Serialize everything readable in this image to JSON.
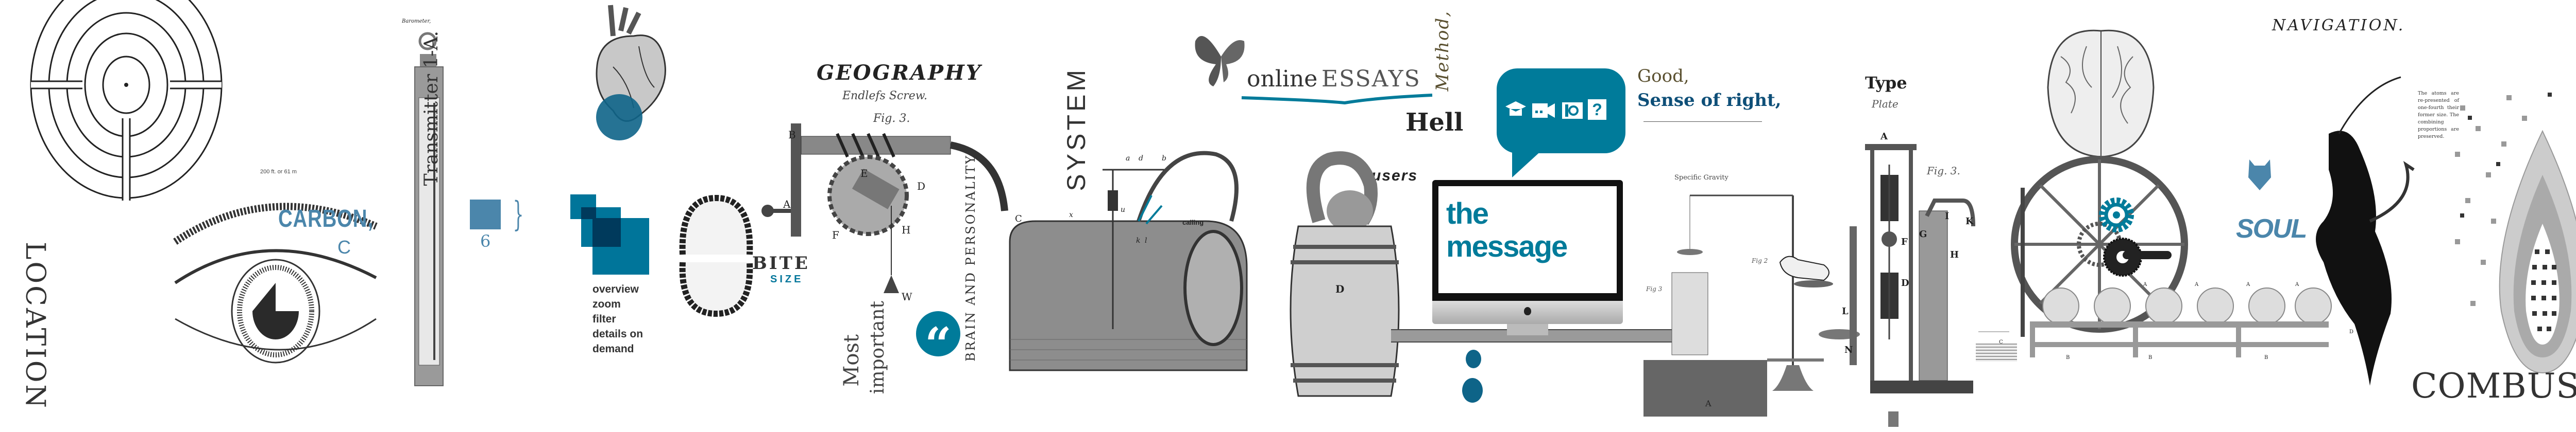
{
  "colors": {
    "teal": "#007b9a",
    "steel_blue": "#4b86ab",
    "navy": "#003a5c",
    "ink": "#2a2a2a",
    "gray": "#8a8a8a",
    "olive": "#5a5030"
  },
  "labyrinth": {
    "title": "LOCATION"
  },
  "eye": {
    "scale_label": "200 ft. or 61 m",
    "element": "CARBON,",
    "symbol": "C"
  },
  "barometer": {
    "label": "Barometer,",
    "title": "Transmitter 1-A.",
    "number": "6"
  },
  "heart": {},
  "squares": {
    "items": [
      "overview",
      "zoom",
      "filter",
      "details on demand"
    ]
  },
  "teeth": {
    "word1": "BITE",
    "word2": "SIZE"
  },
  "screw": {
    "title": "GEOGRAPHY",
    "subtitle": "Endlefs Screw.",
    "fig": "Fig. 3.",
    "letters": [
      "B",
      "A",
      "E",
      "D",
      "F",
      "H",
      "W",
      "C"
    ]
  },
  "quote": {
    "line1": "Most",
    "line2": "important",
    "icon": "“",
    "vertical": "BRAIN AND PERSONALITY"
  },
  "boiler": {
    "title": "SYSTEM",
    "annotation": "calling",
    "letters": [
      "a",
      "d",
      "b",
      "u",
      "k",
      "l",
      "x"
    ]
  },
  "essays": {
    "word1": "online",
    "word2": "ESSAYS",
    "method": "Method,",
    "hell": "Hell",
    "users": "users",
    "barrel_letter": "D"
  },
  "bubble": {
    "icons": [
      "graduation-cap-icon",
      "video-camera-icon",
      "camera-icon",
      "question-icon"
    ],
    "question": "?"
  },
  "monitor": {
    "line1": "the",
    "line2": "message"
  },
  "good": {
    "line1": "Good,",
    "line2": "Sense of right,"
  },
  "balance": {
    "label": "Specific Gravity",
    "fig": "Fig 2",
    "fig3": "Fig 3",
    "letter": "A"
  },
  "press": {
    "title": "Type",
    "subtitle": "Plate",
    "fig": "Fig. 3.",
    "letters": [
      "A",
      "F",
      "G",
      "I",
      "K",
      "H",
      "D",
      "L",
      "N"
    ]
  },
  "wheel": {
    "roller_letters": [
      "A",
      "A",
      "A",
      "A",
      "B",
      "B",
      "B",
      "C",
      "D"
    ]
  },
  "navigation": {
    "title": "NAVIGATION.",
    "soul": "SOUL"
  },
  "combustion": {
    "title": "COMBUSTION",
    "note": "The atoms are re-presented of one-fourth their former size. The combining proportions are preserved."
  }
}
